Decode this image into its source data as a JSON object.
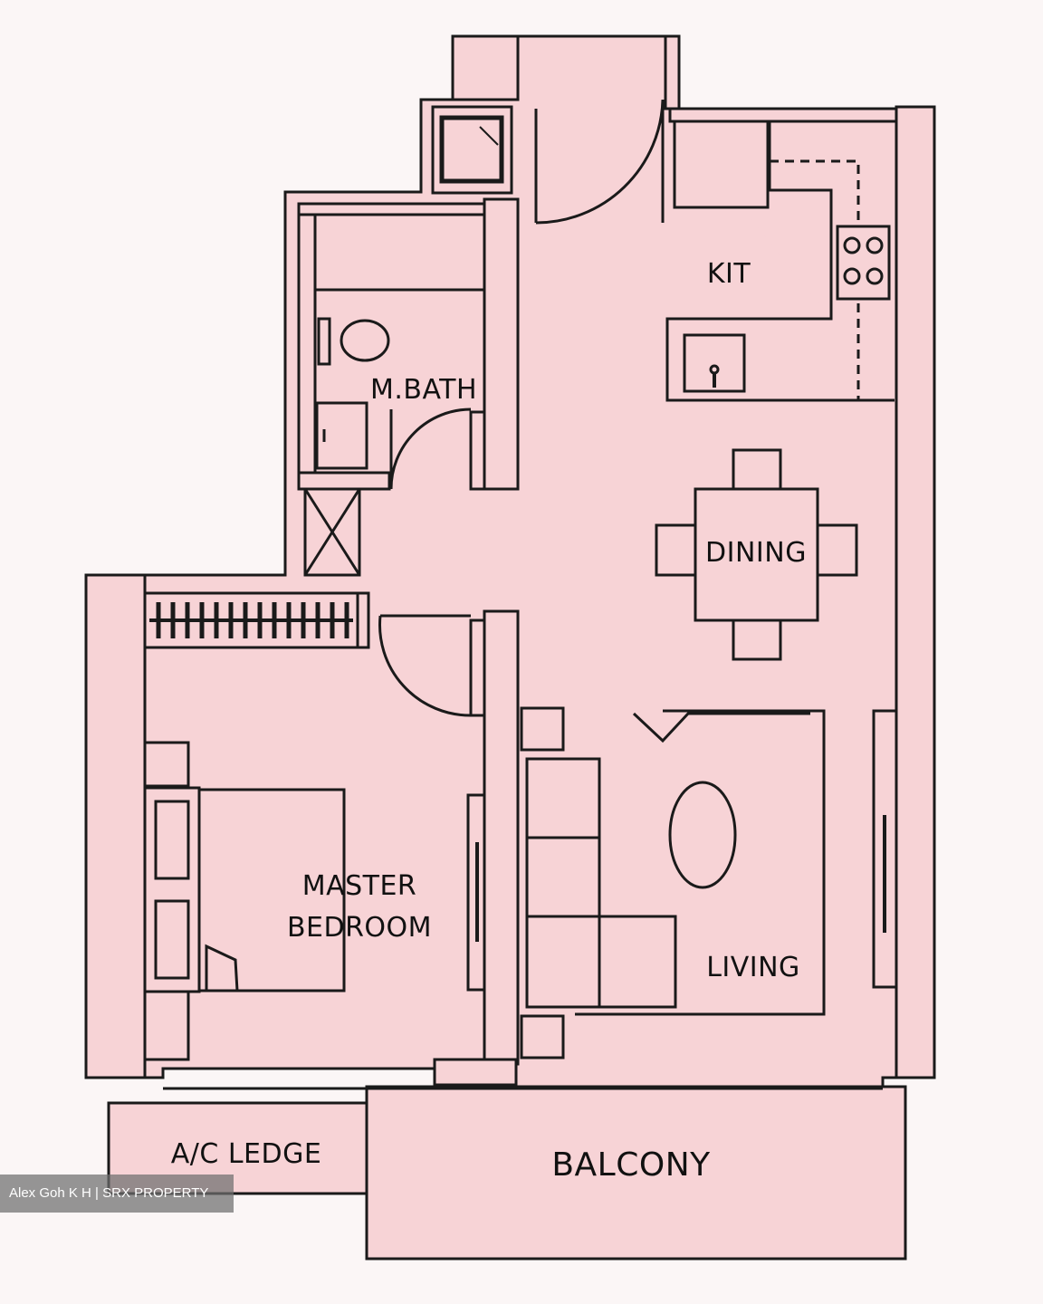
{
  "floor_plan": {
    "rooms": {
      "kitchen": "KIT",
      "master_bath": "M.BATH",
      "dining": "DINING",
      "master_bedroom_line1": "MASTER",
      "master_bedroom_line2": "BEDROOM",
      "living": "LIVING",
      "ac_ledge": "A/C LEDGE",
      "balcony": "BALCONY"
    },
    "colors": {
      "fill": "#f7d3d6",
      "wall": "#f5cdd1",
      "line": "#1a1a1a",
      "background": "#fbf6f6"
    }
  },
  "watermark": {
    "text": "Alex Goh K H | SRX PROPERTY"
  }
}
